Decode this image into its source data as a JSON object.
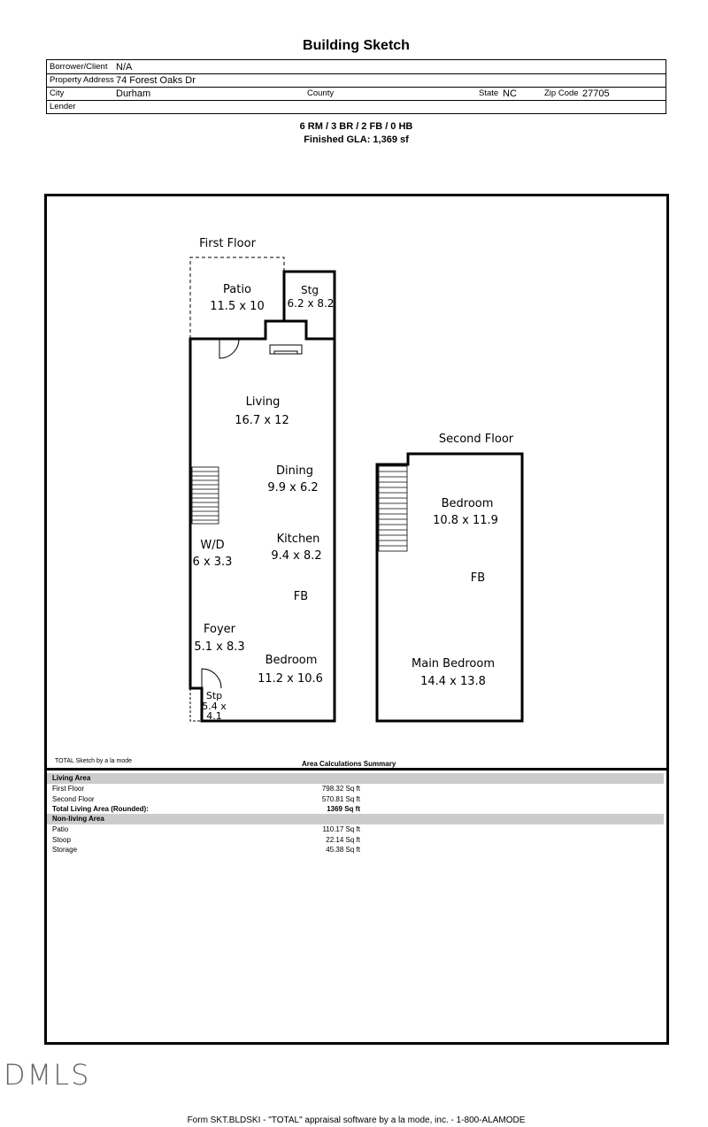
{
  "title": "Building Sketch",
  "info": {
    "borrower_label": "Borrower/Client",
    "borrower_value": "N/A",
    "address_label": "Property Address",
    "address_value": "74 Forest Oaks Dr",
    "city_label": "City",
    "city_value": "Durham",
    "county_label": "County",
    "county_value": "",
    "state_label": "State",
    "state_value": "NC",
    "zip_label": "Zip Code",
    "zip_value": "27705",
    "lender_label": "Lender",
    "lender_value": ""
  },
  "summary": {
    "rooms": "6 RM / 3 BR / 2 FB / 0 HB",
    "gla": "Finished GLA: 1,369 sf"
  },
  "sketch": {
    "first_floor_label": "First Floor",
    "second_floor_label": "Second Floor",
    "rooms": {
      "patio_name": "Patio",
      "patio_dim": "11.5 x 10",
      "stg_name": "Stg",
      "stg_dim": "6.2 x 8.2",
      "living_name": "Living",
      "living_dim": "16.7 x 12",
      "dining_name": "Dining",
      "dining_dim": "9.9 x 6.2",
      "wd_name": "W/D",
      "wd_dim": "6 x 3.3",
      "kitchen_name": "Kitchen",
      "kitchen_dim": "9.4 x 8.2",
      "fb1": "FB",
      "foyer_name": "Foyer",
      "foyer_dim": "5.1 x 8.3",
      "bedroom1_name": "Bedroom",
      "bedroom1_dim": "11.2 x 10.6",
      "stp_name": "Stp",
      "stp_dim1": "5.4 x",
      "stp_dim2": "4.1",
      "bedroom2_name": "Bedroom",
      "bedroom2_dim": "10.8 x 11.9",
      "fb2": "FB",
      "main_bedroom_name": "Main Bedroom",
      "main_bedroom_dim": "14.4 x 13.8"
    },
    "total_note": "TOTAL Sketch by a la mode"
  },
  "calc": {
    "title": "Area Calculations Summary",
    "living_header": "Living Area",
    "rows": [
      {
        "label": "First Floor",
        "value": "798.32 Sq ft"
      },
      {
        "label": "Second Floor",
        "value": "570.81 Sq ft"
      }
    ],
    "total_label": "Total Living Area (Rounded):",
    "total_value": "1369 Sq ft",
    "nonliving_header": "Non-living Area",
    "nonliving_rows": [
      {
        "label": "Patio",
        "value": "110.17 Sq ft"
      },
      {
        "label": "Stoop",
        "value": "22.14 Sq ft"
      },
      {
        "label": "Storage",
        "value": "45.38 Sq ft"
      }
    ]
  },
  "watermark": "DMLS",
  "footer": "Form SKT.BLDSKI - \"TOTAL\" appraisal software by a la mode, inc. - 1-800-ALAMODE"
}
